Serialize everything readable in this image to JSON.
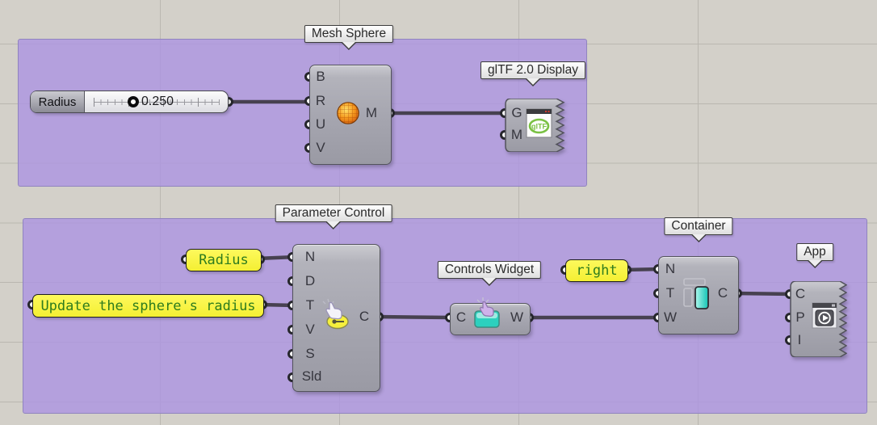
{
  "app": {
    "name": "Grasshopper node canvas"
  },
  "groups": [
    {
      "id": "sphere-group",
      "color": "#b5a2de"
    },
    {
      "id": "control-group",
      "color": "#b5a2de"
    }
  ],
  "slider": {
    "label": "Radius",
    "value": "0.250"
  },
  "panels": {
    "radius": {
      "text": "Radius"
    },
    "update": {
      "text": "Update the sphere's radius"
    },
    "right": {
      "text": "right"
    }
  },
  "nodes": {
    "mesh_sphere": {
      "tooltip": "Mesh Sphere",
      "inputs": [
        "B",
        "R",
        "U",
        "V"
      ],
      "output": "M"
    },
    "gltf_display": {
      "tooltip": "glTF 2.0 Display",
      "inputs": [
        "G",
        "M"
      ]
    },
    "parameter_control": {
      "tooltip": "Parameter Control",
      "inputs": [
        "N",
        "D",
        "T",
        "V",
        "S",
        "Sld"
      ],
      "output": "C"
    },
    "controls_widget": {
      "tooltip": "Controls Widget",
      "inputs": [
        "C"
      ],
      "output": "W"
    },
    "container": {
      "tooltip": "Container",
      "inputs": [
        "N",
        "T",
        "W"
      ],
      "output": "C"
    },
    "app_node": {
      "tooltip": "App",
      "inputs": [
        "C",
        "P",
        "I"
      ]
    }
  },
  "icons": {
    "mesh_sphere": "sphere-icon",
    "gltf_display": "gltf-window-icon",
    "parameter_control": "hand-slider-icon",
    "controls_widget": "hand-widget-icon",
    "container": "layout-container-icon",
    "app_node": "app-play-icon"
  },
  "colors": {
    "canvas_bg": "#d3d0c9",
    "grid_line": "#bab7b0",
    "group_fill": "#b5a2de",
    "component_body": "#a5a5af",
    "wire": "#474150",
    "panel_fill": "#f8f43f",
    "panel_text": "#2e7c1e",
    "gltf_green": "#7ac143",
    "widget_cyan": "#2cd0be",
    "sphere_orange": "#f59a1e"
  }
}
